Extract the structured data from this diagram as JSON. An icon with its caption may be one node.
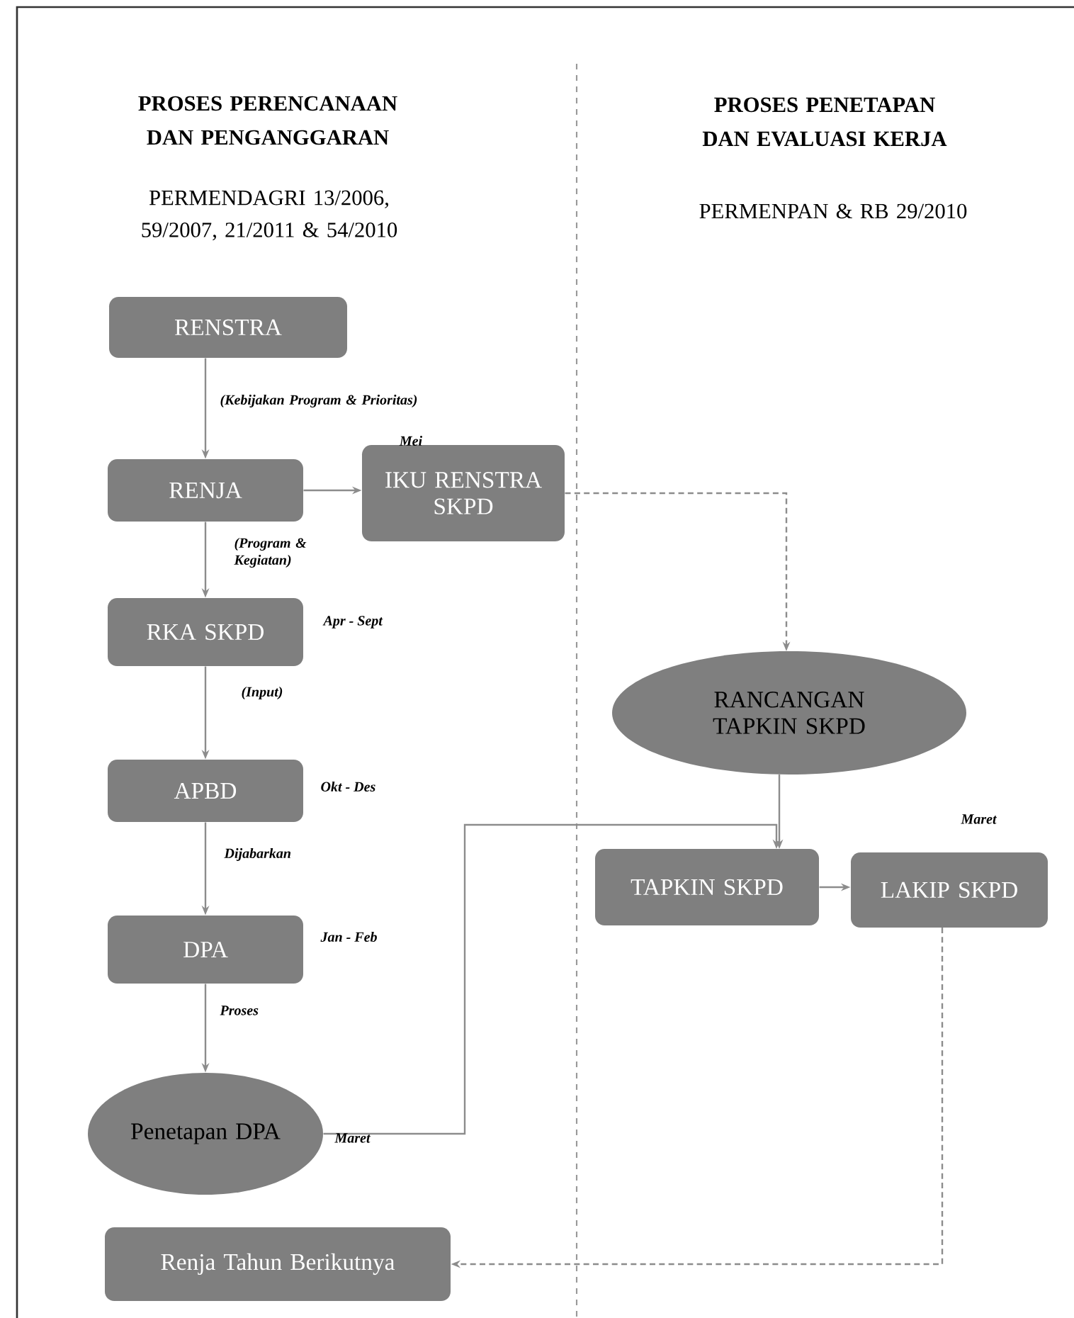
{
  "diagram": {
    "nodes": [
      {
        "text": [
          "RENSTRA"
        ]
      },
      {
        "text": [
          "RENJA"
        ]
      },
      {
        "text": [
          "IKU RENSTRA SKPD"
        ]
      },
      {
        "text": [
          "RKA SKPD"
        ],
        "beside": [
          "Apr - Sept"
        ]
      },
      {
        "text": [
          "APBD"
        ],
        "beside": [
          "Okt - Des"
        ]
      },
      {
        "text": [
          "DPA"
        ],
        "beside": [
          "Jan - Feb"
        ]
      },
      {
        "text": [
          "Penetapan DPA"
        ]
      },
      {
        "text": [
          "Renja Tahun Berikutnya"
        ]
      },
      {
        "text": [
          "RANCANGAN TAPKIN SKPD"
        ]
      },
      {
        "text": [
          "TAPKIN SKPD"
        ]
      },
      {
        "text": [
          "LAKIP SKPD"
        ],
        "beside": [
          "Maret"
        ]
      }
    ],
    "edges": [
      {
        "from": 0,
        "to": 1,
        "arrow": "to",
        "label": "(Kebijakan Program & Prioritas)"
      },
      {
        "from": 1,
        "to": 2,
        "arrow": "to"
      },
      {
        "from": 1,
        "to": 3,
        "arrow": "to",
        "label": "(Program & Kegiatan)"
      },
      {
        "from": 3,
        "to": 4,
        "arrow": "to",
        "label": "(Input)"
      },
      {
        "from": 4,
        "to": 5,
        "arrow": "to",
        "label": "Dijabarkan"
      },
      {
        "from": 5,
        "to": 6,
        "arrow": "to",
        "label": "Proses"
      },
      {
        "from": 2,
        "to": 8,
        "arrow": "to",
        "style": "dashed"
      },
      {
        "from": 8,
        "to": 9,
        "arrow": "to"
      },
      {
        "from": 6,
        "to": 9,
        "arrow": "to",
        "label": "Maret"
      },
      {
        "from": 9,
        "to": 10,
        "arrow": "to"
      },
      {
        "from": 10,
        "to": 7,
        "arrow": "to",
        "style": "dashed"
      }
    ],
    "labels": [
      "PROSES PERENCANAAN DAN PENGANGGARAN",
      "PROSES PENETAPAN DAN EVALUASI KERJA",
      "PERMENDAGRI 13/2006, 59/2007, 21/2011 & 54/2010",
      "PERMENPAN & RB 29/2010",
      "Mei"
    ]
  }
}
